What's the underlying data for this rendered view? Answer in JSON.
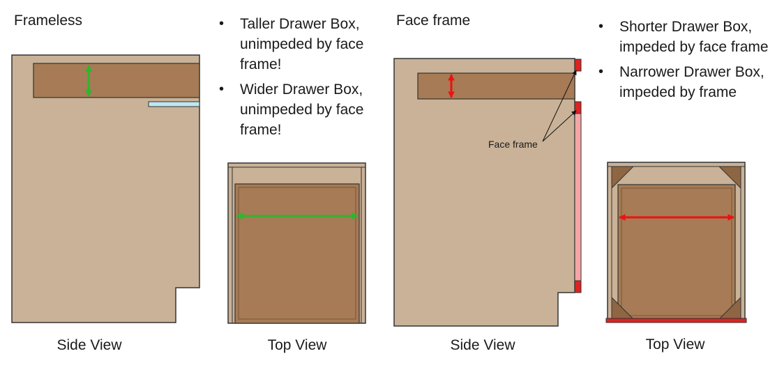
{
  "frameless": {
    "heading": "Frameless",
    "bullets": [
      "Taller Drawer Box, unimpeded by face frame!",
      "Wider Drawer Box, unimpeded by face frame!"
    ],
    "side_caption": "Side View",
    "top_caption": "Top View"
  },
  "face_frame": {
    "heading": "Face frame",
    "bullets": [
      "Shorter Drawer Box, impeded by face frame",
      "Narrower Drawer Box, impeded by frame"
    ],
    "annotation": "Face frame",
    "side_caption": "Side View",
    "top_caption": "Top View"
  },
  "colors": {
    "cabinet": "#c9b297",
    "drawer": "#a67b55",
    "drawer_dark": "#8f6644",
    "outline": "#333333",
    "wide_arrow": "#2fb52f",
    "narrow_arrow": "#ee1111",
    "face_frame_red": "#dd2222",
    "face_frame_pink": "#f4a6a6",
    "slide_blue": "#bfe7f2"
  }
}
